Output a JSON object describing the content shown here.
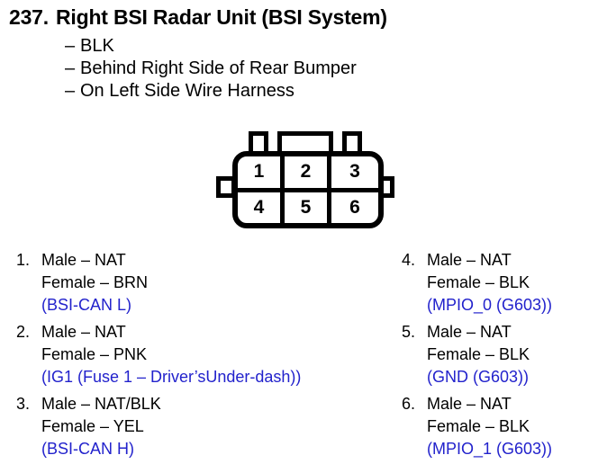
{
  "header": {
    "number": "237.",
    "title": "Right BSI Radar Unit (BSI System)",
    "bullet_marker": "–",
    "bullets": [
      "BLK",
      "Behind Right Side of Rear Bumper",
      "On Left Side Wire Harness"
    ]
  },
  "connector": {
    "rows": [
      {
        "pins": [
          "1",
          "2",
          "3"
        ]
      },
      {
        "pins": [
          "4",
          "5",
          "6"
        ]
      }
    ]
  },
  "pins_left": [
    {
      "number": "1.",
      "male": "Male – NAT",
      "female": "Female – BRN",
      "note": "(BSI-CAN L)"
    },
    {
      "number": "2.",
      "male": "Male – NAT",
      "female": "Female – PNK",
      "note": "(IG1 (Fuse 1 – Driver’sUnder-dash))"
    },
    {
      "number": "3.",
      "male": "Male – NAT/BLK",
      "female": "Female – YEL",
      "note": "(BSI-CAN H)"
    }
  ],
  "pins_right": [
    {
      "number": "4.",
      "male": "Male – NAT",
      "female": "Female – BLK",
      "note": "(MPIO_0 (G603))"
    },
    {
      "number": "5.",
      "male": "Male – NAT",
      "female": "Female – BLK",
      "note": "(GND (G603))"
    },
    {
      "number": "6.",
      "male": "Male – NAT",
      "female": "Female – BLK",
      "note": "(MPIO_1 (G603))"
    }
  ],
  "colors": {
    "note_blue": "#2222cc",
    "ink": "#000000",
    "page": "#ffffff"
  }
}
